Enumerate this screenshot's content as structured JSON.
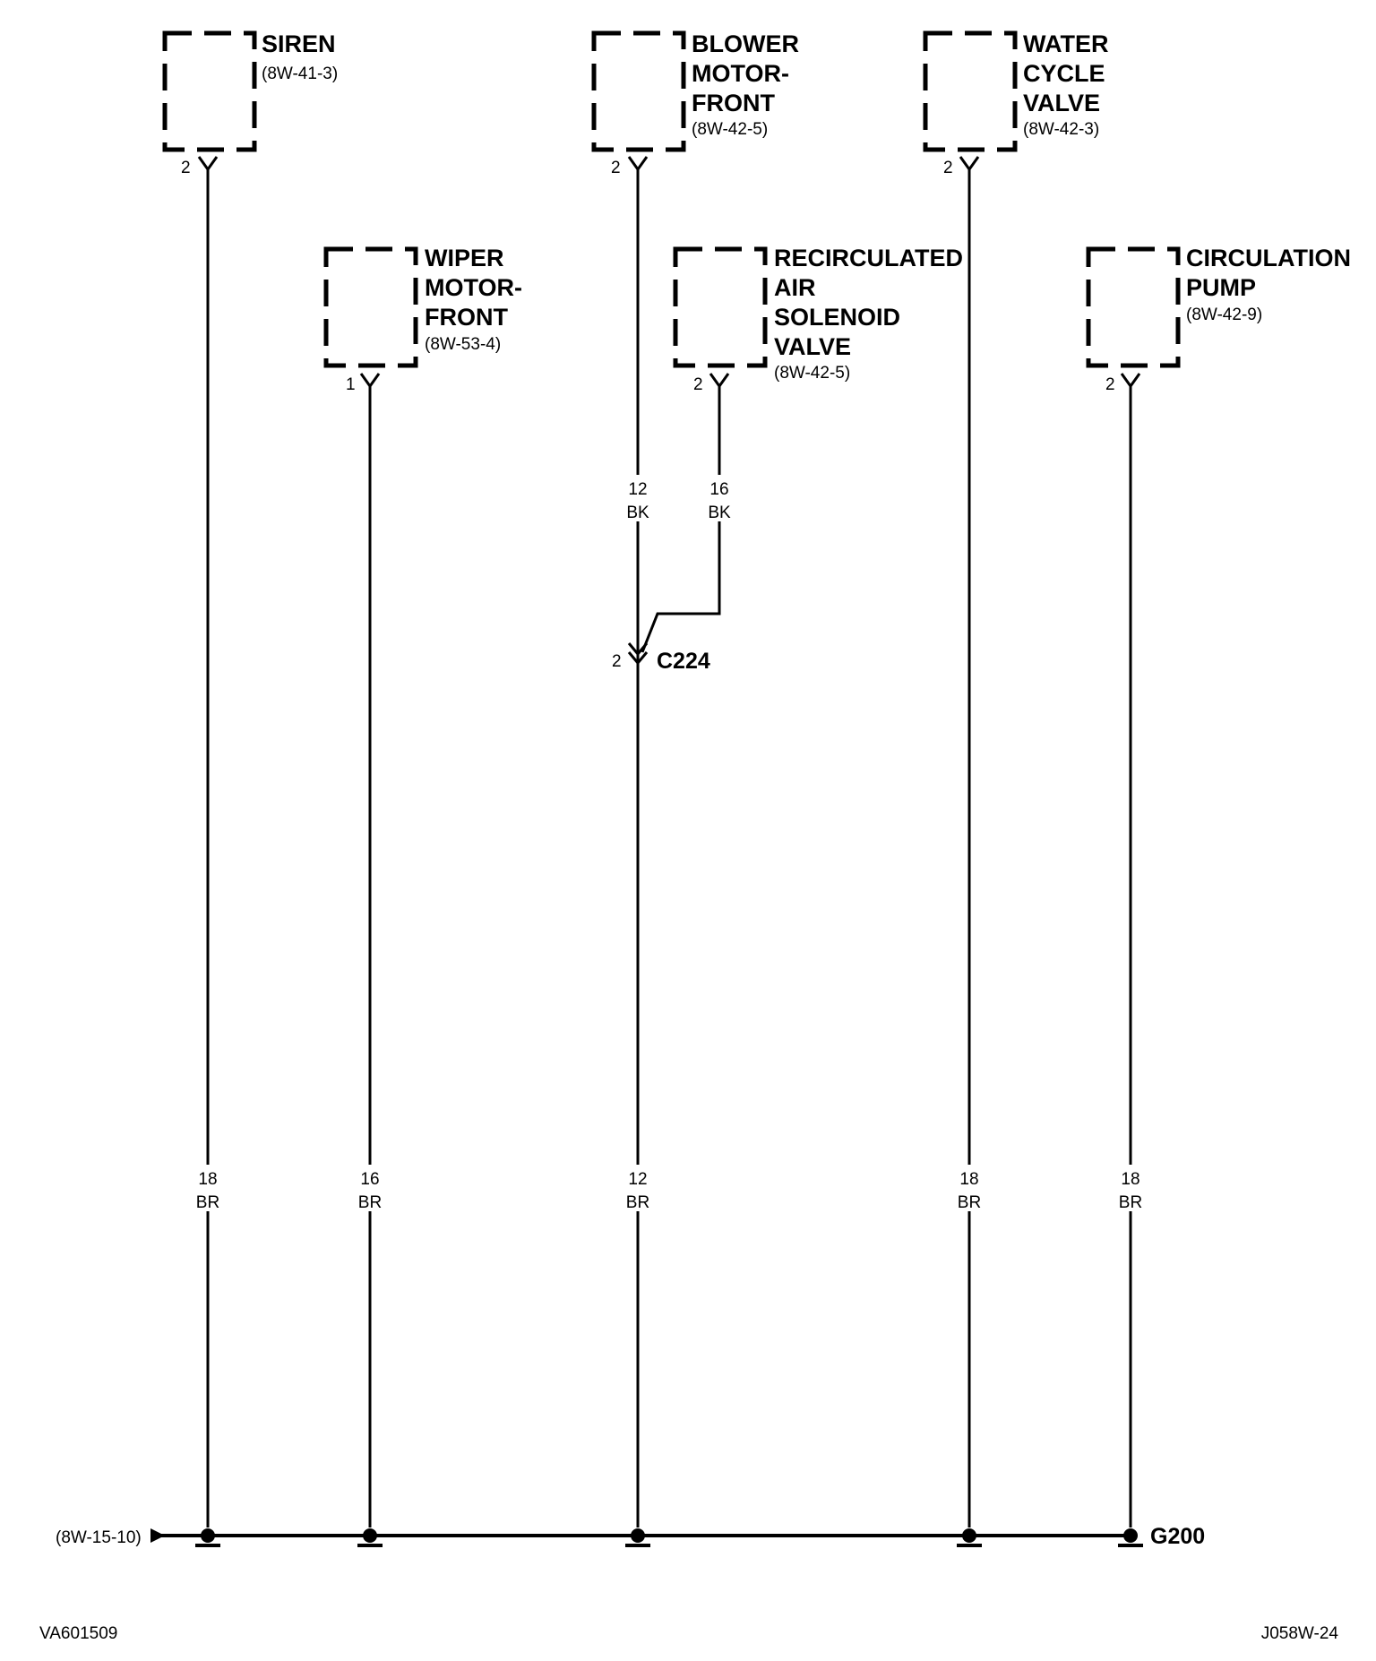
{
  "components": [
    {
      "id": "siren",
      "name_lines": [
        "SIREN"
      ],
      "ref": "(8W-41-3)",
      "pin": "2"
    },
    {
      "id": "blower-motor-front",
      "name_lines": [
        "BLOWER",
        "MOTOR-",
        "FRONT"
      ],
      "ref": "(8W-42-5)",
      "pin": "2"
    },
    {
      "id": "water-cycle-valve",
      "name_lines": [
        "WATER",
        "CYCLE",
        "VALVE"
      ],
      "ref": "(8W-42-3)",
      "pin": "2"
    },
    {
      "id": "wiper-motor-front",
      "name_lines": [
        "WIPER",
        "MOTOR-",
        "FRONT"
      ],
      "ref": "(8W-53-4)",
      "pin": "1"
    },
    {
      "id": "recirculated-air-solenoid-valve",
      "name_lines": [
        "RECIRCULATED",
        "AIR",
        "SOLENOID",
        "VALVE"
      ],
      "ref": "(8W-42-5)",
      "pin": "2"
    },
    {
      "id": "circulation-pump",
      "name_lines": [
        "CIRCULATION",
        "PUMP"
      ],
      "ref": "(8W-42-9)",
      "pin": "2"
    }
  ],
  "wire_labels": {
    "blower_upper": {
      "gauge": "12",
      "color": "BK"
    },
    "recirc_upper": {
      "gauge": "16",
      "color": "BK"
    },
    "siren_lower": {
      "gauge": "18",
      "color": "BR"
    },
    "wiper_lower": {
      "gauge": "16",
      "color": "BR"
    },
    "blower_lower": {
      "gauge": "12",
      "color": "BR"
    },
    "water_lower": {
      "gauge": "18",
      "color": "BR"
    },
    "pump_lower": {
      "gauge": "18",
      "color": "BR"
    }
  },
  "connector": {
    "name": "C224",
    "pin": "2"
  },
  "ground": {
    "name": "G200"
  },
  "continuation_ref": "(8W-15-10)",
  "footer": {
    "left": "VA601509",
    "right": "J058W-24"
  }
}
